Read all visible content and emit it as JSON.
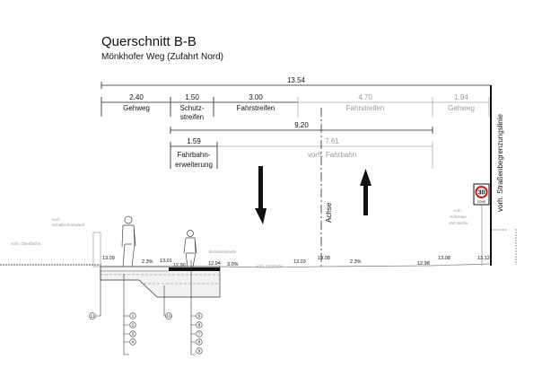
{
  "title": "Querschnitt B-B",
  "subtitle": "Mönkhofer Weg (Zufahrt Nord)",
  "dimensions": {
    "total": "13.54",
    "row1": [
      {
        "value": "2.40",
        "label": "Gehweg",
        "existing": false
      },
      {
        "value": "1.50",
        "label": "Schutz-",
        "label2": "streifen",
        "existing": false
      },
      {
        "value": "3.00",
        "label": "Fahrstreifen",
        "existing": false
      },
      {
        "value": "4.70",
        "label": "Fahrstreifen",
        "existing": true
      },
      {
        "value": "1.94",
        "label": "Gehweg",
        "existing": true
      }
    ],
    "width_920": "9.20",
    "row3": [
      {
        "value": "1.59",
        "label": "Fahrbahn-",
        "label2": "erweiterung",
        "existing": false
      },
      {
        "value": "7.61",
        "label": "vorh. Fahrbahn",
        "existing": true
      }
    ]
  },
  "axis_label": "Achse",
  "boundary_label": "vorh. Straßenbegrenzungslinie",
  "sign": {
    "number": "30",
    "text": "ZONE"
  },
  "annotations": {
    "wall": [
      "vorh.",
      "Schallschutzwand"
    ],
    "surface": "vorh. Oberfläche",
    "curb": "Bordsteinkante",
    "fence": [
      "vorh.",
      "Holzzaun",
      "und Hecke"
    ],
    "existing_road": "vorh. Fahrbahn"
  },
  "elevations": [
    "13.09",
    "13.01",
    "12.90",
    "12.94",
    "13.03",
    "13.08",
    "12.98",
    "13.08",
    "13.12"
  ],
  "slopes": [
    "2.3%",
    "3.0%",
    "2.3%"
  ],
  "callouts": {
    "c11": "11",
    "c10": "10",
    "left": [
      "1",
      "2",
      "3",
      "4"
    ],
    "right": [
      "5",
      "6",
      "7",
      "8",
      "9"
    ]
  },
  "colors": {
    "line": "#222222",
    "existing": "#9a9a9a",
    "sign_red": "#d01818"
  }
}
